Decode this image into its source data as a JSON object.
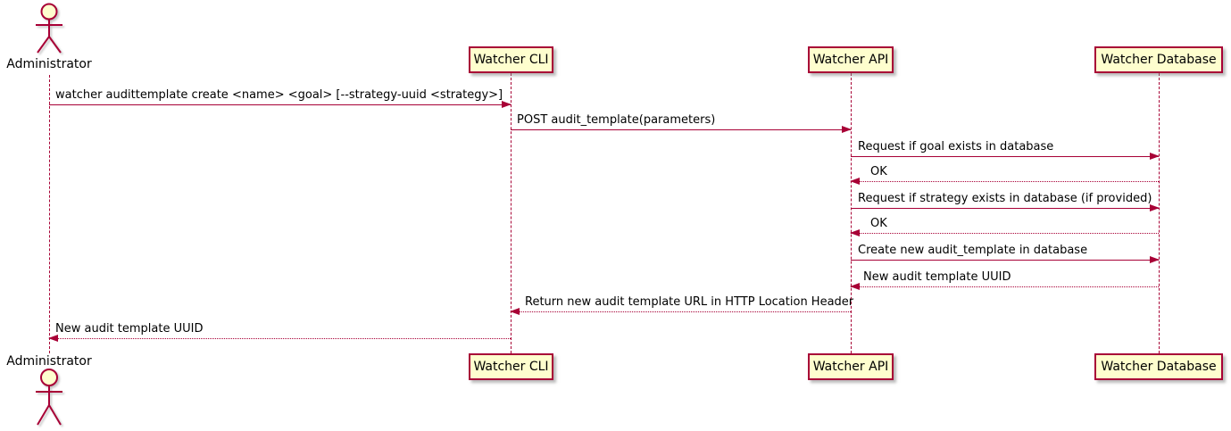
{
  "diagram": {
    "type": "uml-sequence-diagram",
    "colors": {
      "background": "#FFFFFF",
      "participant_fill": "#FEFECE",
      "stroke": "#A80036",
      "text": "#000000"
    },
    "actor": {
      "label": "Administrator"
    },
    "participants": [
      {
        "label": "Watcher CLI"
      },
      {
        "label": "Watcher API"
      },
      {
        "label": "Watcher Database"
      }
    ],
    "messages": [
      {
        "from": "Administrator",
        "to": "Watcher CLI",
        "style": "solid",
        "label": "watcher audittemplate create <name> <goal> [--strategy-uuid <strategy>]"
      },
      {
        "from": "Watcher CLI",
        "to": "Watcher API",
        "style": "solid",
        "label": "POST audit_template(parameters)"
      },
      {
        "from": "Watcher API",
        "to": "Watcher Database",
        "style": "solid",
        "label": "Request if goal exists in database"
      },
      {
        "from": "Watcher Database",
        "to": "Watcher API",
        "style": "dotted",
        "label": "OK"
      },
      {
        "from": "Watcher API",
        "to": "Watcher Database",
        "style": "solid",
        "label": "Request if strategy exists in database (if provided)"
      },
      {
        "from": "Watcher Database",
        "to": "Watcher API",
        "style": "dotted",
        "label": "OK"
      },
      {
        "from": "Watcher API",
        "to": "Watcher Database",
        "style": "solid",
        "label": "Create new audit_template in database"
      },
      {
        "from": "Watcher Database",
        "to": "Watcher API",
        "style": "dotted",
        "label": "New audit template UUID"
      },
      {
        "from": "Watcher API",
        "to": "Watcher CLI",
        "style": "dotted",
        "label": "Return new audit template URL in HTTP Location Header"
      },
      {
        "from": "Watcher CLI",
        "to": "Administrator",
        "style": "dotted",
        "label": "New audit template UUID"
      }
    ]
  }
}
